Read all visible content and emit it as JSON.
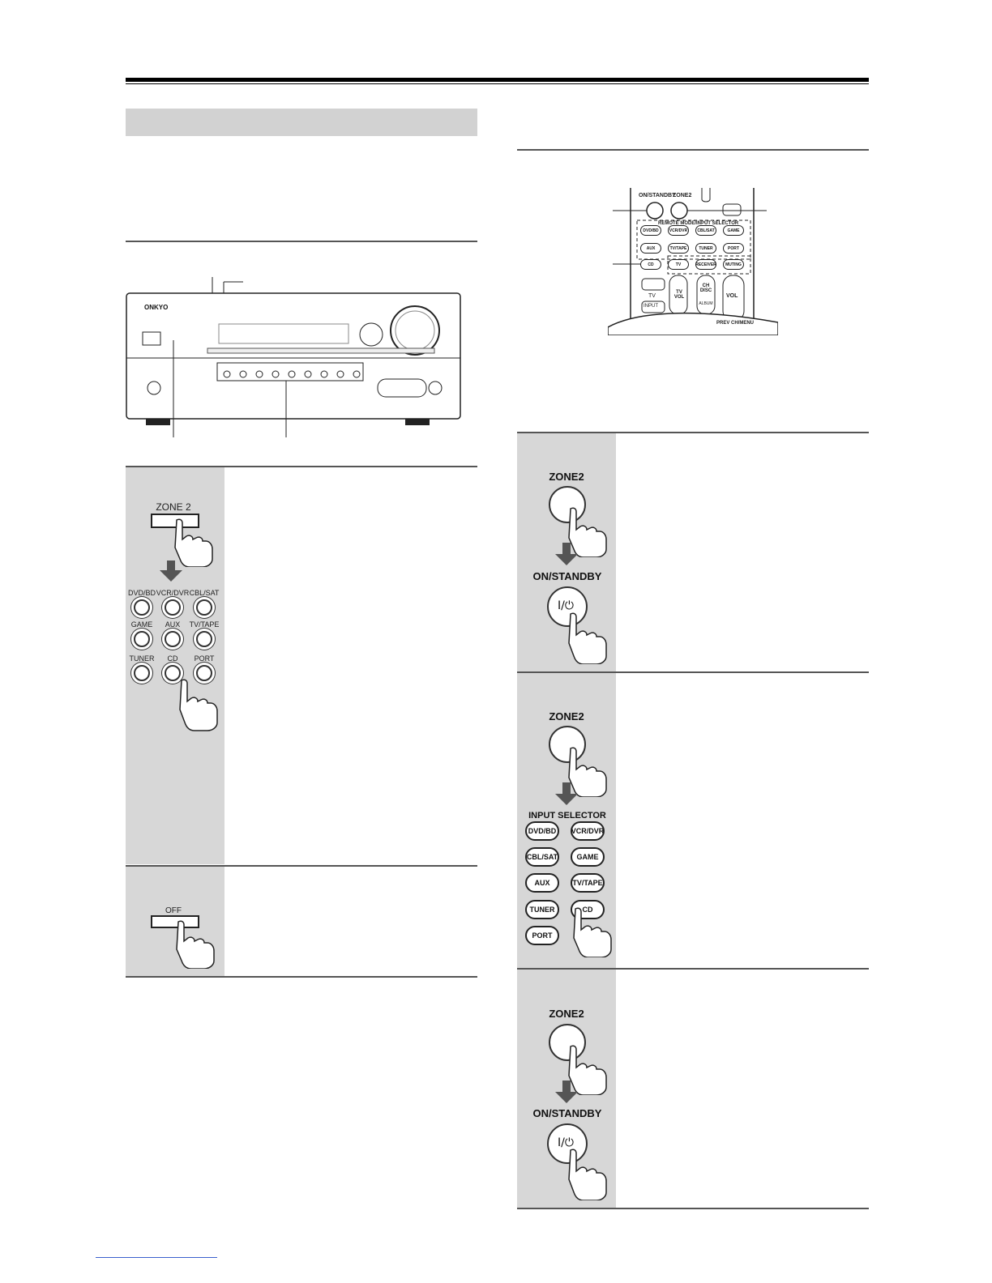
{
  "front_panel": {
    "brand": "ONKYO",
    "zone2_label": "ZONE 2",
    "off_label": "OFF",
    "inputs": [
      "DVD/BD",
      "VCR/DVR",
      "CBL/SAT",
      "GAME",
      "AUX",
      "TV/TAPE",
      "TUNER",
      "CD",
      "PORT"
    ]
  },
  "remote_top": {
    "on_standby": "ON/STANDBY",
    "zone2": "ZONE2",
    "mode_header": "REMOTE MODE/INPUT SELECTOR",
    "row1": [
      "DVD/BD",
      "VCR/DVR",
      "CBL/SAT",
      "GAME"
    ],
    "row2": [
      "AUX",
      "TV/TAPE",
      "TUNER",
      "PORT"
    ],
    "row3": [
      "CD",
      "TV",
      "RECEIVER",
      "MUTING"
    ],
    "tv_label": "TV",
    "input_label": "INPUT",
    "tv_vol": "TV VOL",
    "ch_disc": "CH DISC",
    "album": "ALBUM",
    "vol": "VOL",
    "prev_ch": "PREV CH/MENU"
  },
  "step_remote_1": {
    "zone2": "ZONE2",
    "on_standby": "ON/STANDBY"
  },
  "step_remote_2": {
    "zone2": "ZONE2",
    "input_selector": "INPUT SELECTOR",
    "buttons": [
      "DVD/BD",
      "VCR/DVR",
      "CBL/SAT",
      "GAME",
      "AUX",
      "TV/TAPE",
      "TUNER",
      "CD",
      "PORT"
    ]
  },
  "step_remote_3": {
    "zone2": "ZONE2",
    "on_standby": "ON/STANDBY"
  },
  "colors": {
    "panel_gray": "#d7d7d7",
    "section_bar": "#d2d2d2",
    "link": "#3a5fcd"
  }
}
